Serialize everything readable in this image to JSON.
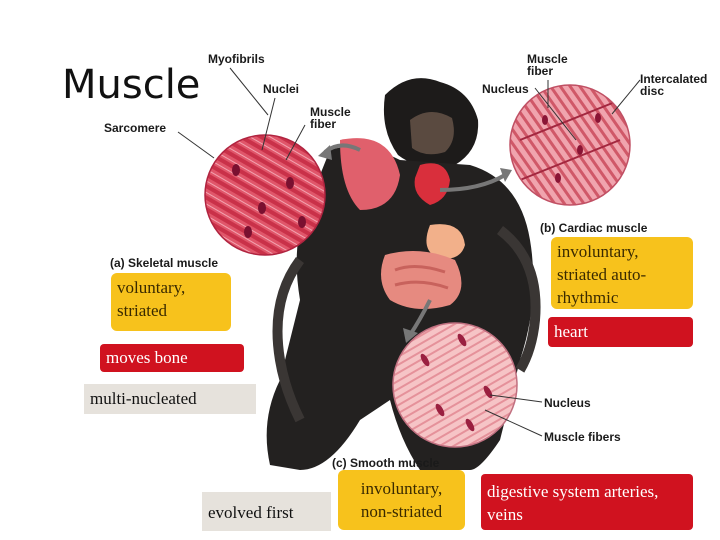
{
  "title": "Muscle",
  "labels": {
    "myofibrils": "Myofibrils",
    "nuclei": "Nuclei",
    "muscle_fiber_skeletal": "Muscle fiber",
    "sarcomere": "Sarcomere",
    "muscle_fiber_cardiac": "Muscle fiber",
    "nucleus_cardiac": "Nucleus",
    "intercalated_disc": "Intercalated disc",
    "cardiac_caption": "(b) Cardiac muscle",
    "skeletal_caption": "(a) Skeletal muscle",
    "nucleus_smooth": "Nucleus",
    "muscle_fibers_smooth": "Muscle fibers",
    "smooth_caption": "(c) Smooth muscle"
  },
  "boxes": {
    "voluntary": "voluntary, striated",
    "moves_bone": "moves bone",
    "multi_nucleated": "multi-nucleated",
    "cardiac_props": "involuntary, striated auto-rhythmic",
    "heart": "heart",
    "evolved_first": "evolved first",
    "smooth_props": "involuntary, non-striated",
    "smooth_locations": "digestive system arteries, veins"
  },
  "colors": {
    "yellow_box": "#f7c21c",
    "red_box": "#d0121f",
    "gray_box": "#e6e2dc",
    "tissue_pink": "#e36b7a"
  }
}
